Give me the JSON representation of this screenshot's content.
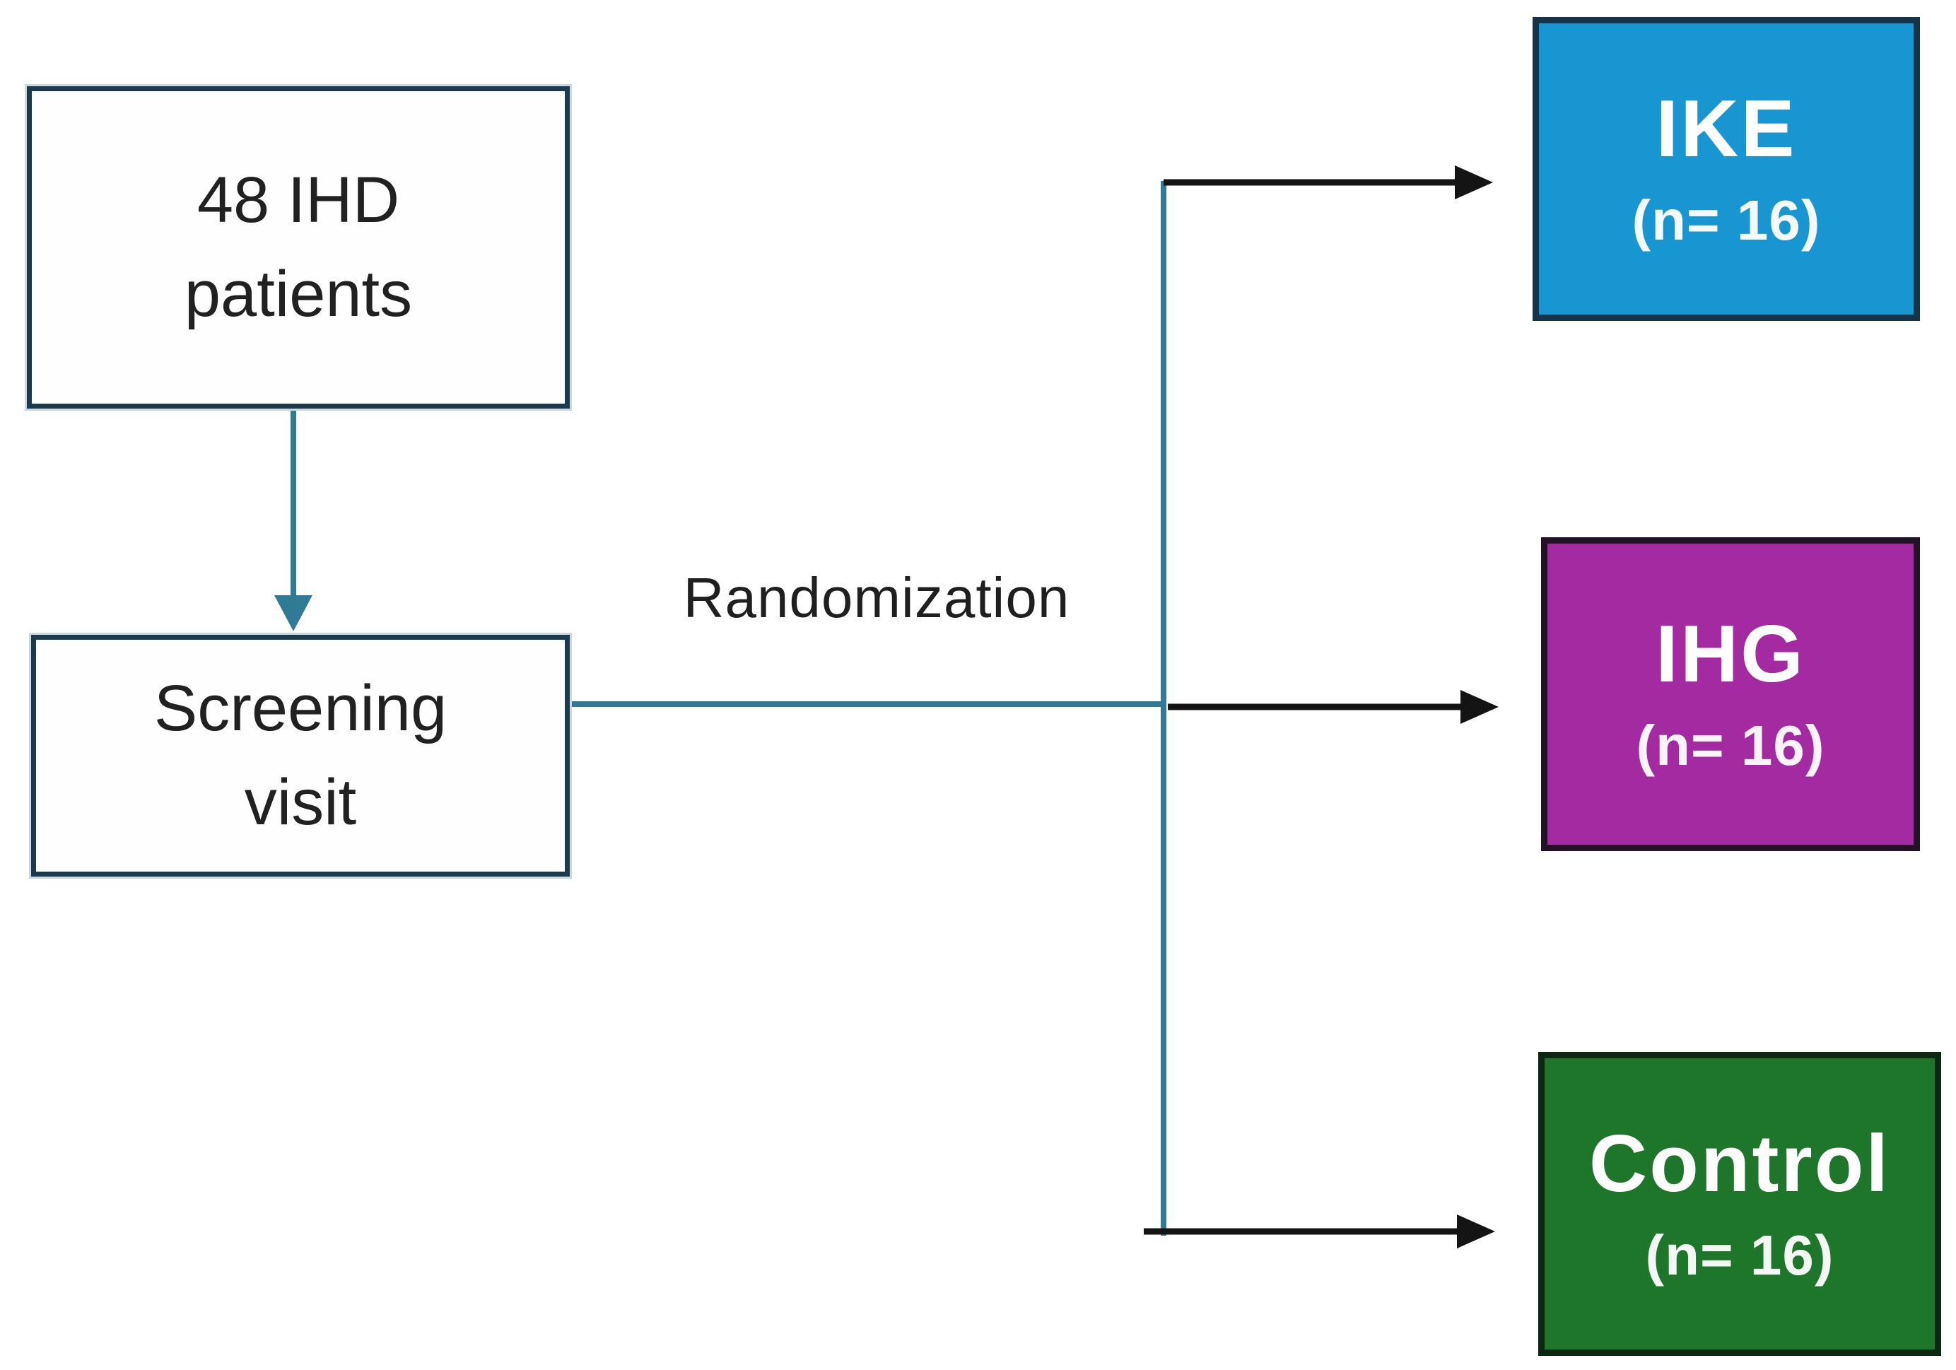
{
  "nodes": {
    "patients": {
      "line1": "48 IHD",
      "line2": "patients"
    },
    "screening": {
      "line1": "Screening",
      "line2": "visit"
    },
    "ike": {
      "name": "IKE",
      "n_label": "(n= 16)",
      "fill": "#1896d2"
    },
    "ihg": {
      "name": "IHG",
      "n_label": "(n= 16)",
      "fill": "#a32aa0"
    },
    "control": {
      "name": "Control",
      "n_label": "(n= 16)",
      "fill": "#1e762b"
    }
  },
  "labels": {
    "randomization": "Randomization"
  },
  "colors": {
    "background": "#ffffff",
    "white_box_border": "#1c3a4d",
    "teal_connector": "#2f7a94",
    "black_connector": "#141414",
    "box_text": "#212121",
    "colored_box_text": "#ffffff"
  }
}
